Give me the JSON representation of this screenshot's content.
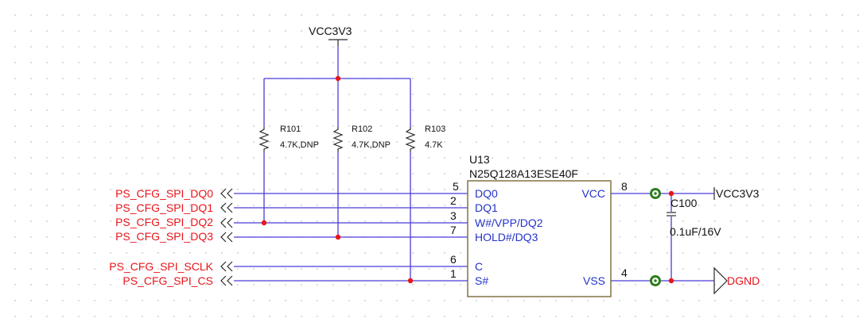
{
  "power": {
    "top_rail": "VCC3V3",
    "right_rail": "VCC3V3",
    "ground": "DGND"
  },
  "resistors": [
    {
      "ref": "R101",
      "value": "4.7K,DNP"
    },
    {
      "ref": "R102",
      "value": "4.7K,DNP"
    },
    {
      "ref": "R103",
      "value": "4.7K"
    }
  ],
  "chip": {
    "ref": "U13",
    "part": "N25Q128A13ESE40F",
    "pins_left": [
      {
        "num": "5",
        "name": "DQ0"
      },
      {
        "num": "2",
        "name": "DQ1"
      },
      {
        "num": "3",
        "name": "W#/VPP/DQ2"
      },
      {
        "num": "7",
        "name": "HOLD#/DQ3"
      },
      {
        "num": "6",
        "name": "C"
      },
      {
        "num": "1",
        "name": "S#"
      }
    ],
    "pins_right": [
      {
        "num": "8",
        "name": "VCC"
      },
      {
        "num": "4",
        "name": "VSS"
      }
    ]
  },
  "capacitor": {
    "ref": "C100",
    "value": "0.1uF/16V"
  },
  "nets": [
    "PS_CFG_SPI_DQ0",
    "PS_CFG_SPI_DQ1",
    "PS_CFG_SPI_DQ2",
    "PS_CFG_SPI_DQ3",
    "PS_CFG_SPI_SCLK",
    "PS_CFG_SPI_CS"
  ]
}
